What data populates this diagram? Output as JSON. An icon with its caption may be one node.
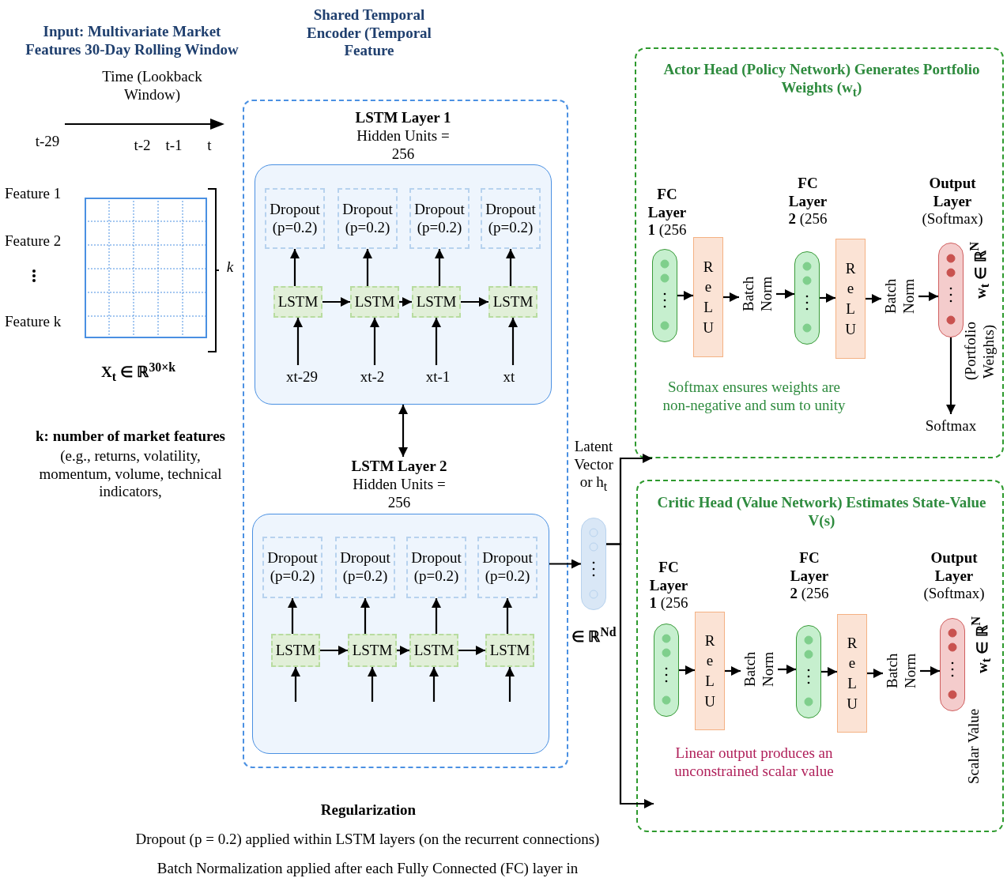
{
  "diagram": {
    "nodes": [
      {
        "text": [
          "Shared Temporal Encoder (Temporal Feature"
        ]
      },
      {
        "text": [
          "LSTM Layer 1",
          "Hidden Units = 256"
        ],
        "in": 0
      },
      {
        "text": [
          "Dropout (p=0.2)"
        ],
        "in": 1
      },
      {
        "text": [
          "Dropout (p=0.2)"
        ],
        "in": 1
      },
      {
        "text": [
          "Dropout (p=0.2)"
        ],
        "in": 1
      },
      {
        "text": [
          "Dropout (p=0.2)"
        ],
        "in": 1
      },
      {
        "text": [
          "LSTM"
        ],
        "in": 1
      },
      {
        "text": [
          "LSTM"
        ],
        "in": 1
      },
      {
        "text": [
          "LSTM"
        ],
        "in": 1
      },
      {
        "text": [
          "LSTM"
        ],
        "in": 1
      },
      {
        "text": [
          "xt-29"
        ],
        "in": 1
      },
      {
        "text": [
          "xt-2"
        ],
        "in": 1
      },
      {
        "text": [
          "xt-1"
        ],
        "in": 1
      },
      {
        "text": [
          "xt"
        ],
        "in": 1
      },
      {
        "text": [
          "LSTM Layer 2",
          "Hidden Units = 256"
        ],
        "in": 0
      },
      {
        "text": [
          "Dropout (p=0.2)"
        ],
        "in": 14
      },
      {
        "text": [
          "Dropout (p=0.2)"
        ],
        "in": 14
      },
      {
        "text": [
          "Dropout (p=0.2)"
        ],
        "in": 14
      },
      {
        "text": [
          "Dropout (p=0.2)"
        ],
        "in": 14
      },
      {
        "text": [
          "LSTM"
        ],
        "in": 14
      },
      {
        "text": [
          "LSTM"
        ],
        "in": 14
      },
      {
        "text": [
          "LSTM"
        ],
        "in": 14
      },
      {
        "text": [
          "LSTM"
        ],
        "in": 14
      },
      {
        "text": [],
        "shape": "capsule",
        "beside": [
          "Latent Vector or h$_{t}$",
          "∈ ℝ$^{Nd}$"
        ]
      },
      {
        "text": [
          "Actor Head (Policy Network) Generates Portfolio Weights (w$_{t}$)"
        ]
      },
      {
        "text": [
          "**FC Layer 1** (256"
        ],
        "in": 24
      },
      {
        "text": [
          "ReLU"
        ],
        "in": 24
      },
      {
        "text": [
          "Batch Norm"
        ],
        "in": 24
      },
      {
        "text": [
          "**FC Layer 2** (256"
        ],
        "in": 24
      },
      {
        "text": [
          "ReLU"
        ],
        "in": 24
      },
      {
        "text": [
          "Batch Norm"
        ],
        "in": 24
      },
      {
        "text": [
          "**Output Layer** (Softmax)"
        ],
        "in": 24,
        "beside": [
          "w$_{t}$ ∈ ℝ$^{N}$",
          "(Portfolio Weights)"
        ]
      },
      {
        "text": [
          "Softmax"
        ],
        "in": 24
      },
      {
        "text": [
          "Critic Head (Value Network) Estimates State-Value V(s)"
        ]
      },
      {
        "text": [
          "**FC Layer 1** (256"
        ],
        "in": 33
      },
      {
        "text": [
          "ReLU"
        ],
        "in": 33
      },
      {
        "text": [
          "Batch Norm"
        ],
        "in": 33
      },
      {
        "text": [
          "**FC Layer 2** (256"
        ],
        "in": 33
      },
      {
        "text": [
          "ReLU"
        ],
        "in": 33
      },
      {
        "text": [
          "Batch Norm"
        ],
        "in": 33
      },
      {
        "text": [
          "**Output Layer** (Softmax)"
        ],
        "in": 33,
        "beside": [
          "w$_{t}$ ∈ ℝ$^{N}$",
          "Scalar Value"
        ]
      }
    ],
    "edges": [
      {
        "from": 10,
        "to": 6,
        "arrow": "to"
      },
      {
        "from": 11,
        "to": 7,
        "arrow": "to"
      },
      {
        "from": 12,
        "to": 8,
        "arrow": "to"
      },
      {
        "from": 13,
        "to": 9,
        "arrow": "to"
      },
      {
        "from": 6,
        "to": 2,
        "arrow": "to"
      },
      {
        "from": 7,
        "to": 3,
        "arrow": "to"
      },
      {
        "from": 8,
        "to": 4,
        "arrow": "to"
      },
      {
        "from": 9,
        "to": 5,
        "arrow": "to"
      },
      {
        "from": 6,
        "to": 7,
        "arrow": "to"
      },
      {
        "from": 7,
        "to": 8,
        "arrow": "to"
      },
      {
        "from": 8,
        "to": 9,
        "arrow": "to"
      },
      {
        "from": 1,
        "to": 14,
        "arrow": "both"
      },
      {
        "from": null,
        "to": 19,
        "arrow": "to"
      },
      {
        "from": null,
        "to": 20,
        "arrow": "to"
      },
      {
        "from": null,
        "to": 21,
        "arrow": "to"
      },
      {
        "from": null,
        "to": 22,
        "arrow": "to"
      },
      {
        "from": 19,
        "to": 15,
        "arrow": "to"
      },
      {
        "from": 20,
        "to": 16,
        "arrow": "to"
      },
      {
        "from": 21,
        "to": 17,
        "arrow": "to"
      },
      {
        "from": 22,
        "to": 18,
        "arrow": "to"
      },
      {
        "from": 19,
        "to": 20,
        "arrow": "to"
      },
      {
        "from": 20,
        "to": 21,
        "arrow": "to"
      },
      {
        "from": 21,
        "to": 22,
        "arrow": "to"
      },
      {
        "from": 14,
        "to": 23,
        "arrow": "to"
      },
      {
        "from": 23,
        "to": 24,
        "arrow": "to"
      },
      {
        "from": 23,
        "to": 33,
        "arrow": "to"
      },
      {
        "from": 25,
        "to": 26,
        "arrow": "to"
      },
      {
        "from": 26,
        "to": 27,
        "arrow": "to"
      },
      {
        "from": 27,
        "to": 28,
        "arrow": "to"
      },
      {
        "from": 28,
        "to": 29,
        "arrow": "to"
      },
      {
        "from": 29,
        "to": 30,
        "arrow": "to"
      },
      {
        "from": 30,
        "to": 31,
        "arrow": "to"
      },
      {
        "from": 31,
        "to": 32,
        "arrow": "to"
      },
      {
        "from": 34,
        "to": 35,
        "arrow": "to"
      },
      {
        "from": 35,
        "to": 36,
        "arrow": "to"
      },
      {
        "from": 36,
        "to": 37,
        "arrow": "to"
      },
      {
        "from": 37,
        "to": 38,
        "arrow": "to"
      },
      {
        "from": 38,
        "to": 39,
        "arrow": "to"
      },
      {
        "from": 39,
        "to": 40,
        "arrow": "to"
      }
    ],
    "labels": [
      "Input: Multivariate Market Features 30-Day Rolling Window",
      "Time (Lookback Window)",
      "t-29",
      "t-2",
      "t-1",
      "t",
      "Feature 1",
      "Feature 2",
      "Feature k",
      "k",
      "X$_{t}$ ∈ ℝ$^{30×k}$",
      "k: number of market features",
      "(e.g., returns, volatility, momentum, volume, technical indicators,",
      "Softmax ensures weights are non-negative and sum to unity",
      "Linear output produces an unconstrained scalar value",
      "Regularization",
      "Dropout (p = 0.2) applied within LSTM layers (on the recurrent connections)",
      "Batch Normalization applied after each Fully Connected (FC) layer in"
    ]
  }
}
